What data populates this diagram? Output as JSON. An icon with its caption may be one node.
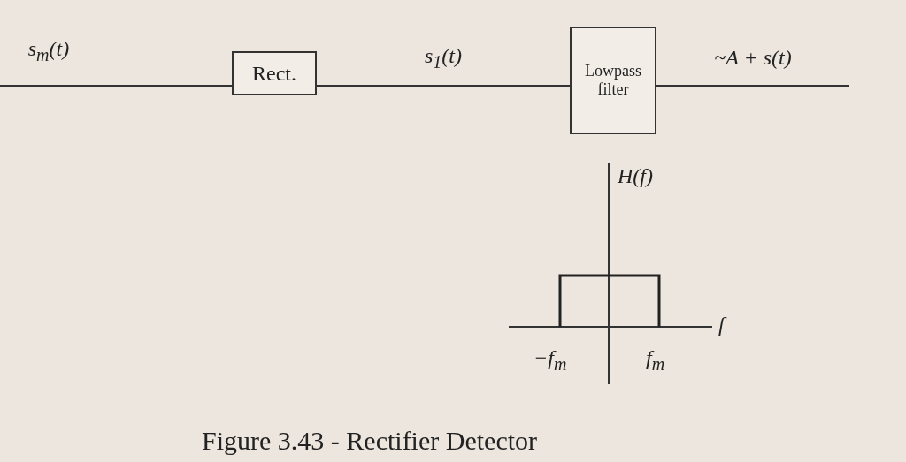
{
  "diagram": {
    "caption": "Figure 3.43 - Rectifier Detector",
    "nodes": [
      {
        "text": [
          "Rect."
        ]
      },
      {
        "text": [
          "Lowpass filter"
        ]
      }
    ],
    "edges": [
      {
        "from": null,
        "to": 0,
        "arrow": "none",
        "label": "s$_{m}$(t)"
      },
      {
        "from": 0,
        "to": 1,
        "arrow": "none",
        "label": "s$_{1}$(t)"
      },
      {
        "from": 1,
        "to": null,
        "arrow": "none",
        "label": "~A + s(t)"
      }
    ],
    "labels": [
      "H(f)",
      "f",
      "−f$_{m}$",
      "f$_{m}$"
    ]
  }
}
